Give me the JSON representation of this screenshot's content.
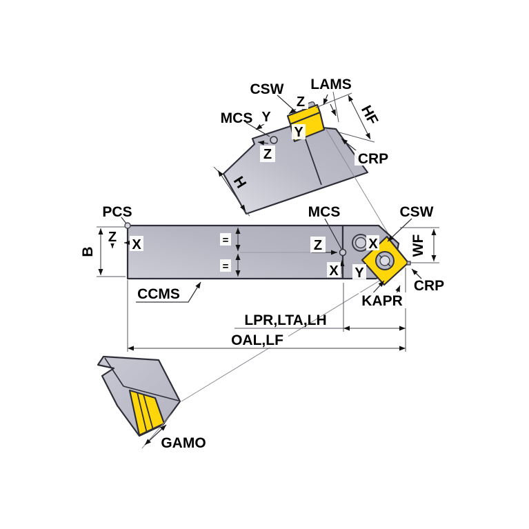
{
  "labels": {
    "csw_top": "CSW",
    "lams": "LAMS",
    "mcs_top": "MCS",
    "y_top": "Y",
    "z_csw": "Z",
    "z_body": "Z",
    "y_insert": "Y",
    "h": "H",
    "hf": "HF",
    "crp_top": "CRP",
    "pcs": "PCS",
    "b": "B",
    "z_pcs": "Z",
    "x_pcs": "X",
    "ccms": "CCMS",
    "equal_upper": "=",
    "equal_lower": "=",
    "mcs_main": "MCS",
    "z_main": "Z",
    "x_main": "X",
    "x_hole": "X",
    "y_main": "Y",
    "csw_main": "CSW",
    "wf": "WF",
    "crp_main": "CRP",
    "kapr": "KAPR",
    "lpr_lta_lh": "LPR,LTA,LH",
    "oal_lf": "OAL,LF",
    "gamo": "GAMO"
  },
  "colors": {
    "insert_yellow": "#FFD60A",
    "body_gray": "#B7B7C3",
    "body_light": "#D9D9E2",
    "outline": "#2E2E38",
    "screw_gray": "#B9B9C6",
    "dimension": "#3F3F46",
    "text": "#000000",
    "background": "#FFFFFF"
  }
}
